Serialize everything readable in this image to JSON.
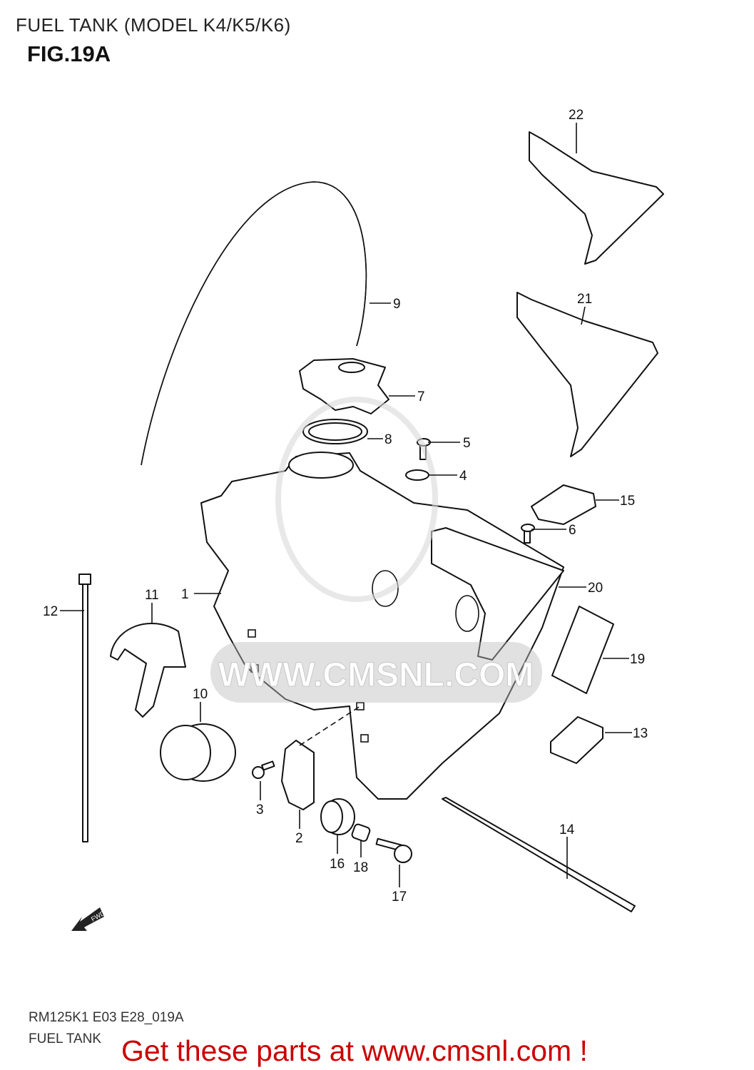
{
  "header": {
    "title": "FUEL TANK (MODEL K4/K5/K6)",
    "figure": "FIG.19A"
  },
  "watermark": {
    "text": "WWW.CMSNL.COM"
  },
  "callouts": [
    "22",
    "21",
    "9",
    "7",
    "8",
    "5",
    "4",
    "15",
    "6",
    "20",
    "1",
    "11",
    "12",
    "19",
    "10",
    "13",
    "3",
    "2",
    "16",
    "18",
    "17",
    "14"
  ],
  "fwd_label": "FWD",
  "footer": {
    "diagram_code": "RM125K1 E03 E28_019A",
    "diagram_name": "FUEL TANK",
    "promo": "Get these parts at www.cmsnl.com !",
    "promo_color": "#cc0000"
  }
}
